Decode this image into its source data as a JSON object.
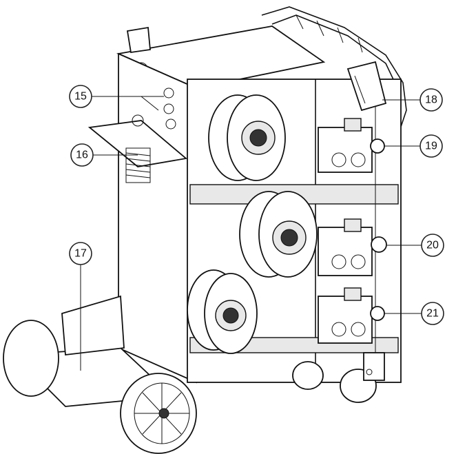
{
  "callouts": [
    {
      "id": "15",
      "label": "15"
    },
    {
      "id": "16",
      "label": "16"
    },
    {
      "id": "17",
      "label": "17"
    },
    {
      "id": "18",
      "label": "18"
    },
    {
      "id": "19",
      "label": "19"
    },
    {
      "id": "20",
      "label": "20"
    },
    {
      "id": "21",
      "label": "21"
    }
  ]
}
